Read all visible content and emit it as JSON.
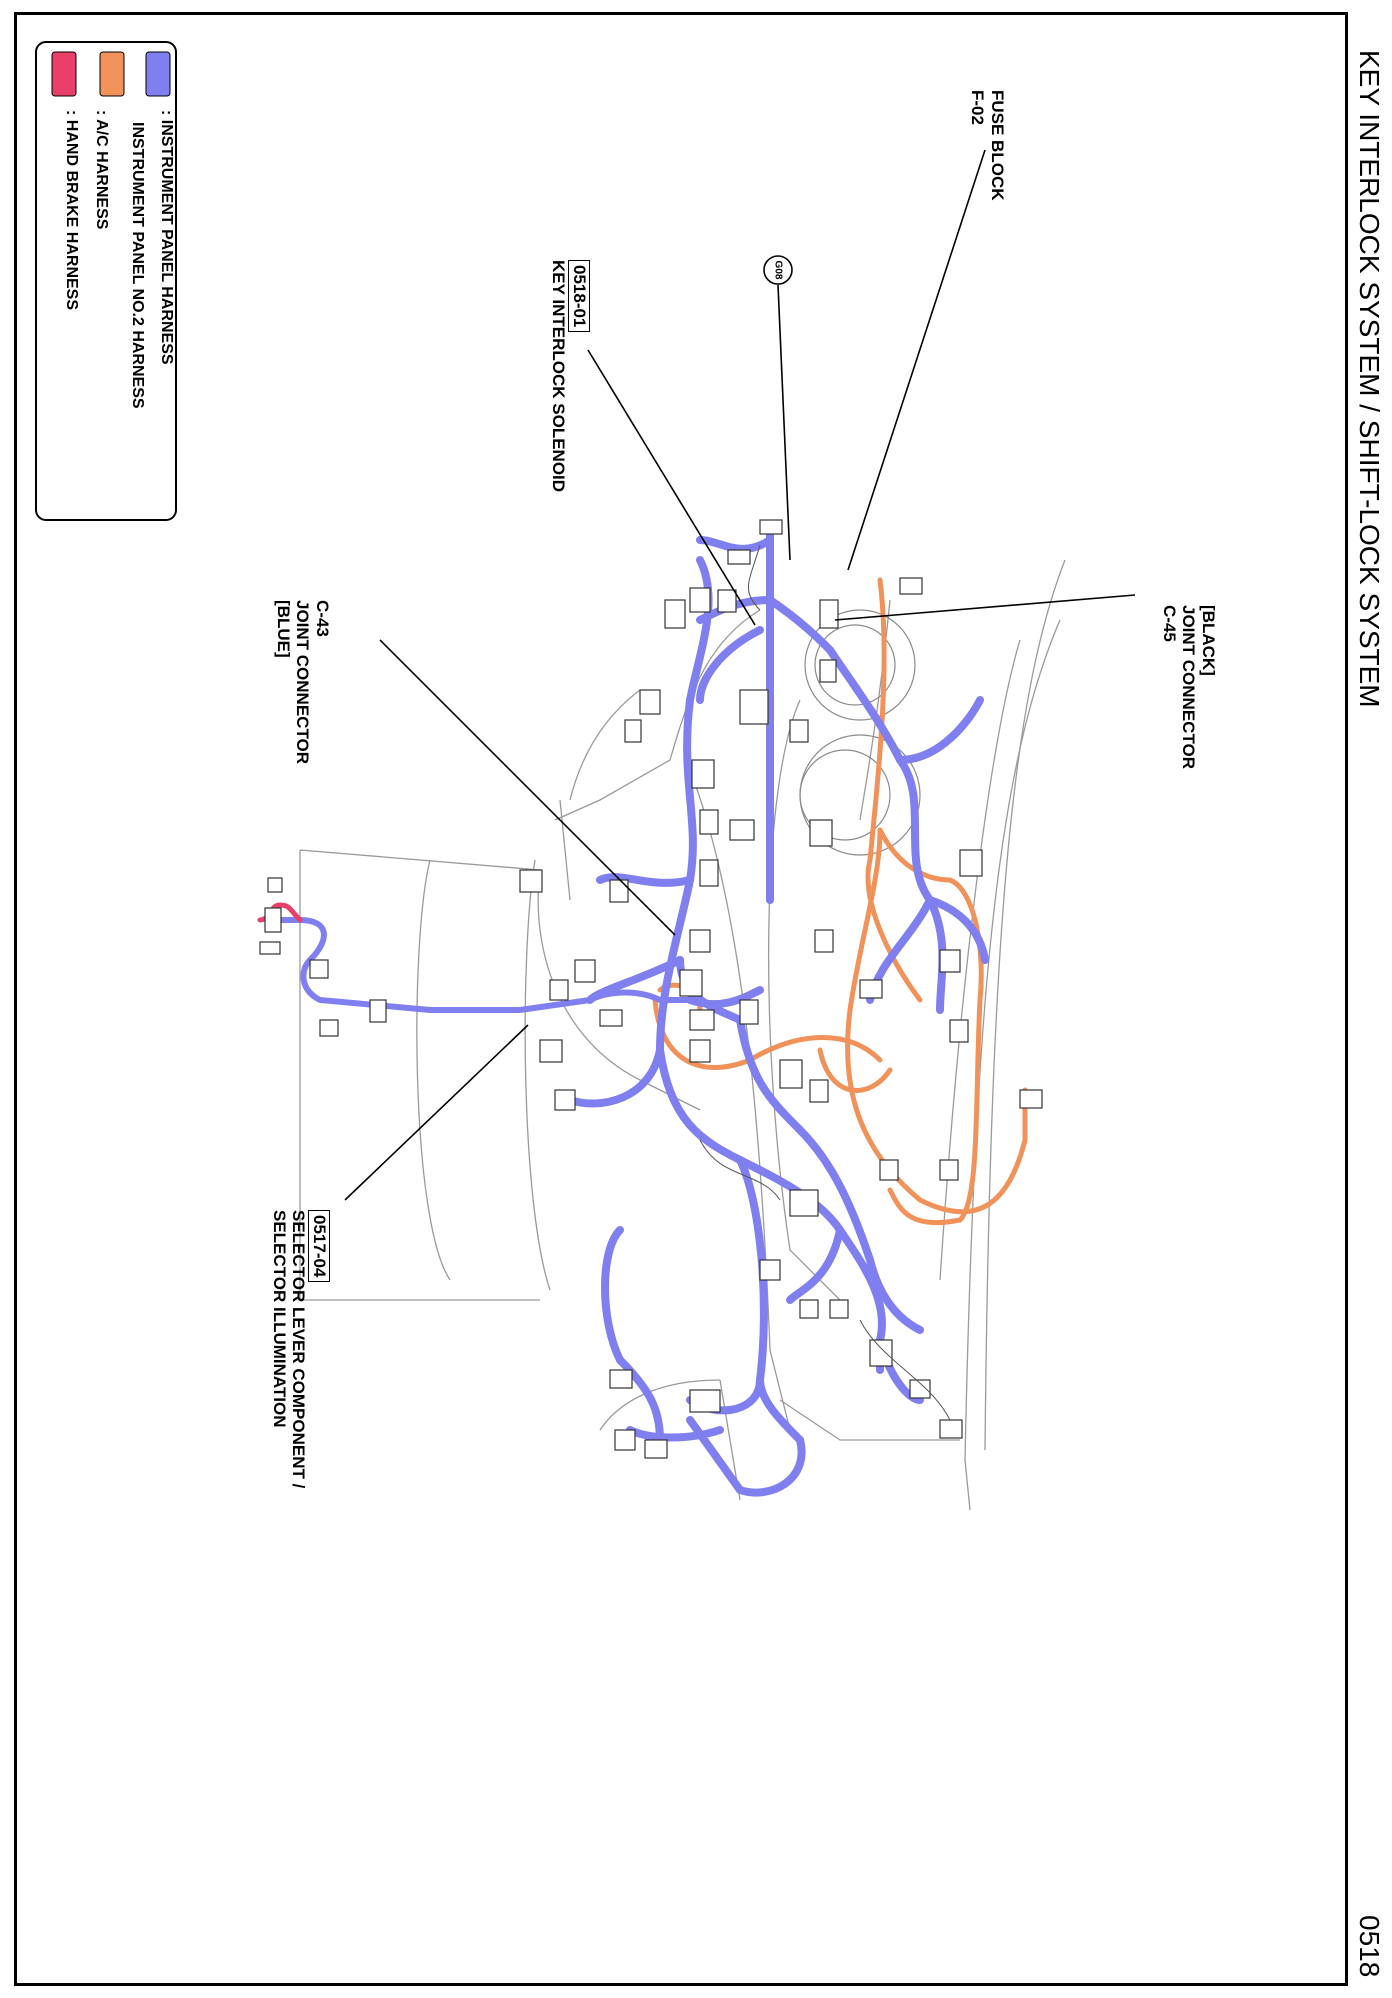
{
  "title": "KEY INTERLOCK SYSTEM / SHIFT-LOCK SYSTEM",
  "page_number": "0518",
  "callouts": {
    "fuse_block": [
      "FUSE BLOCK",
      "F-02"
    ],
    "ground": "G08",
    "key_interlock": {
      "code": "0518-01",
      "name": "KEY INTERLOCK SOLENOID"
    },
    "c45": [
      "[BLACK]",
      "JOINT CONNECTOR",
      "C-45"
    ],
    "c43": [
      "C-43",
      "JOINT CONNECTOR",
      "[BLUE]"
    ],
    "selector": {
      "code": "0517-04",
      "line1": "SELECTOR LEVER COMPONENT /",
      "line2": "SELECTOR ILLUMINATION"
    }
  },
  "legend": [
    {
      "color": "#7f7fef",
      "label": ": INSTRUMENT PANEL HARNESS"
    },
    {
      "color": "#7f7fef",
      "label": "INSTRUMENT PANEL NO.2 HARNESS"
    },
    {
      "color": "#f0925a",
      "label": ": A/C HARNESS"
    },
    {
      "color": "#e8406a",
      "label": ": HAND BRAKE HARNESS"
    }
  ],
  "colors": {
    "ip_harness": "#7f7fef",
    "ac_harness": "#f0925a",
    "handbrake_harness": "#e8406a"
  }
}
